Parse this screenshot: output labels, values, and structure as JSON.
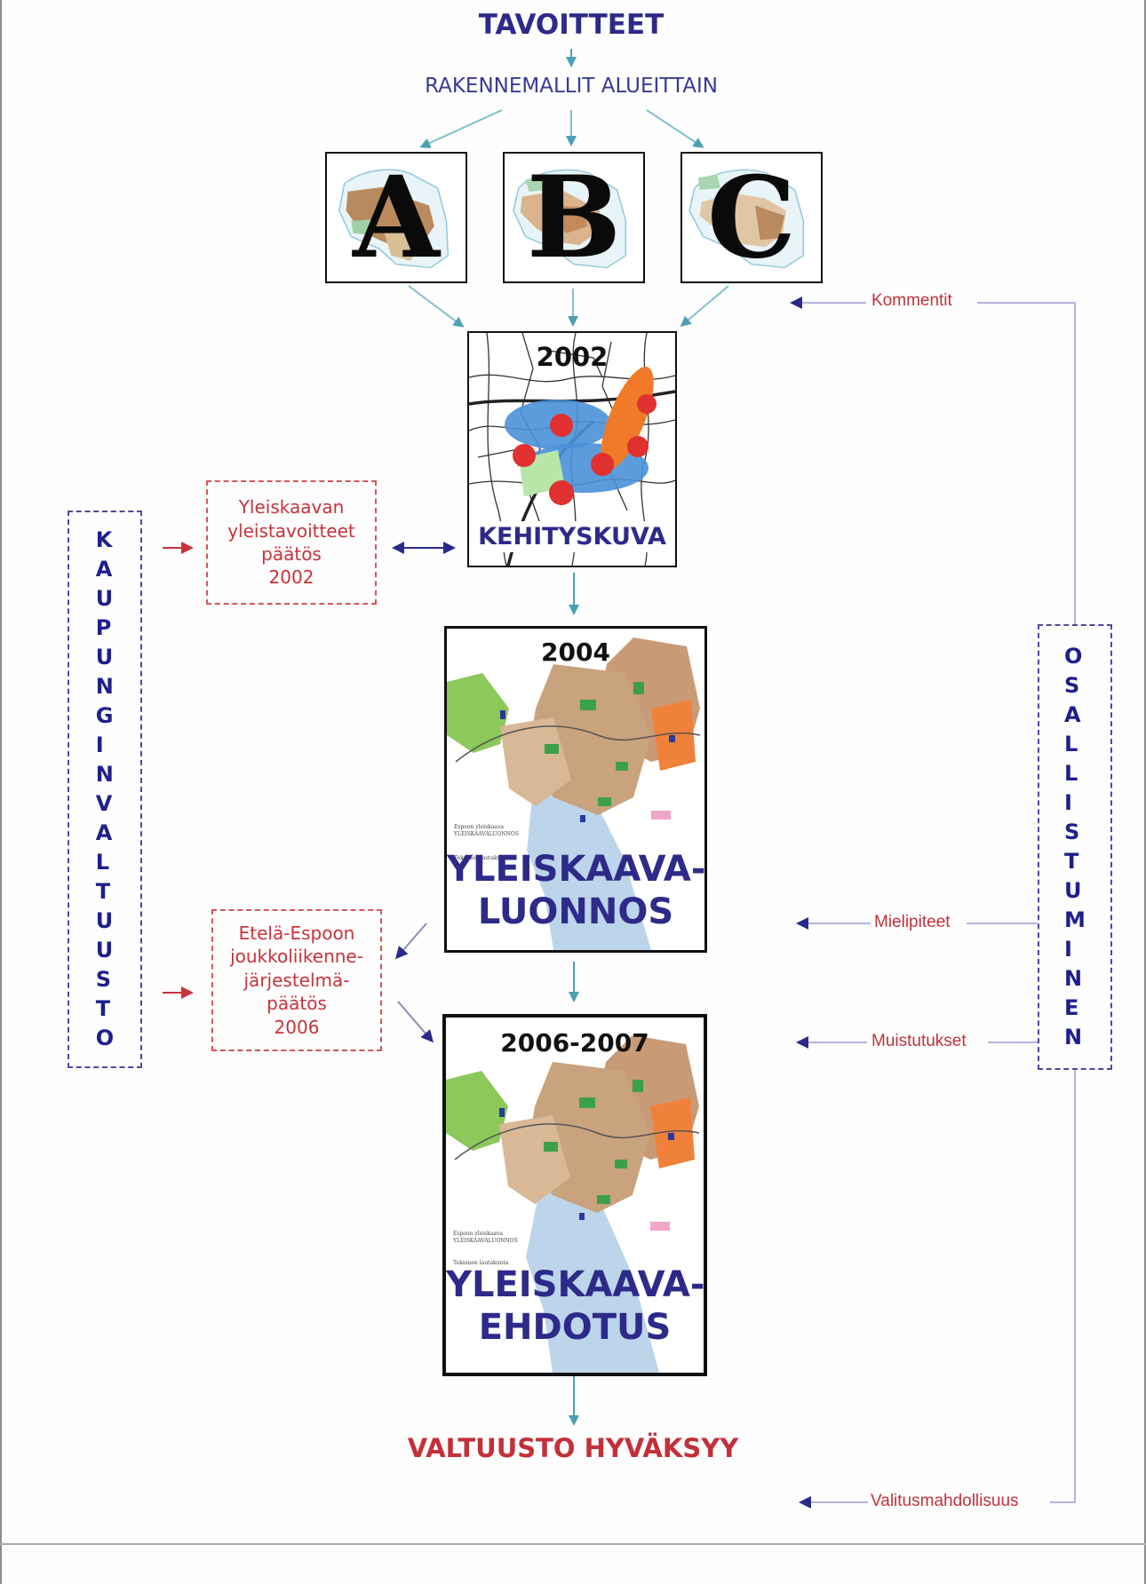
{
  "top": {
    "goals": "TAVOITTEET",
    "structure_models": "RAKENNEMALLIT ALUEITTAIN"
  },
  "alternatives": [
    {
      "letter": "A"
    },
    {
      "letter": "B"
    },
    {
      "letter": "C"
    }
  ],
  "development_image": {
    "year": "2002",
    "caption": "KEHITYSKUVA"
  },
  "draft": {
    "year": "2004",
    "caption_line1": "YLEISKAAVA-",
    "caption_line2": "LUONNOS"
  },
  "proposal": {
    "year": "2006-2007",
    "caption_line1": "YLEISKAAVA-",
    "caption_line2": "EHDOTUS"
  },
  "final": "VALTUUSTO HYVÄKSYY",
  "decision_boxes": [
    {
      "lines": [
        "Yleiskaavan",
        "yleistavoitteet",
        "päätös",
        "2002"
      ]
    },
    {
      "lines": [
        "Etelä-Espoon",
        "joukkoliikenne-",
        "järjestelmä-",
        "päätös",
        "2006"
      ]
    }
  ],
  "left_column": {
    "text": "KAUPUNGINVALTUUSTO"
  },
  "right_column": {
    "text": "OSALLISTUMINEN"
  },
  "feedback_labels": {
    "comments": "Kommentit",
    "opinions": "Mielipiteet",
    "reminders": "Muistutukset",
    "appeal": "Valitusmahdollisuus"
  },
  "colors": {
    "title_blue": "#2e2a8a",
    "red_text": "#c8323a",
    "teal_arrow": "#4aa0b4",
    "navy_arrow": "#2a2a88"
  }
}
